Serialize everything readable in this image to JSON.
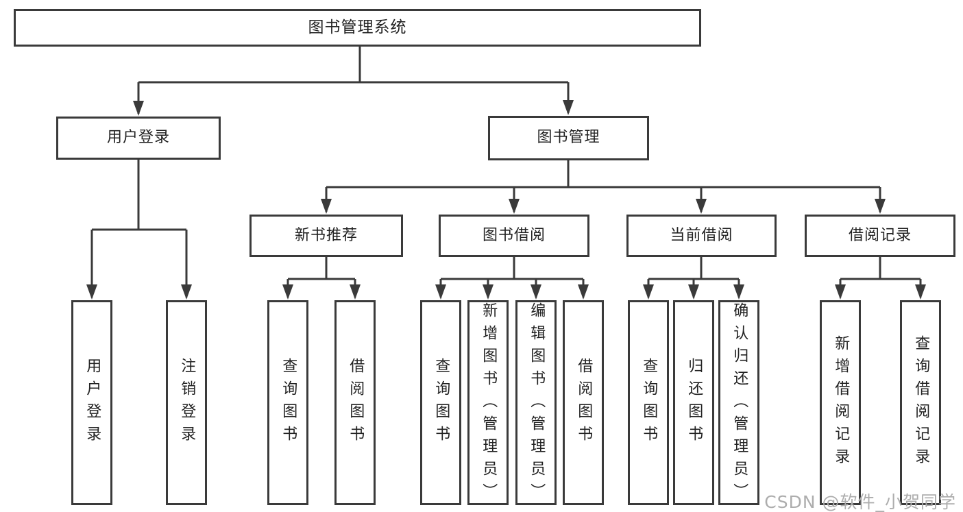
{
  "tree": {
    "root": "图书管理系统",
    "branches": [
      {
        "label": "用户登录",
        "children": [
          "用户登录",
          "注销登录"
        ]
      },
      {
        "label": "图书管理",
        "children": [
          {
            "label": "新书推荐",
            "children": [
              "查询图书",
              "借阅图书"
            ]
          },
          {
            "label": "图书借阅",
            "children": [
              "查询图书",
              "新增图书（管理员）",
              "编辑图书（管理员）",
              "借阅图书"
            ]
          },
          {
            "label": "当前借阅",
            "children": [
              "查询图书",
              "归还图书",
              "确认归还（管理员）"
            ]
          },
          {
            "label": "借阅记录",
            "children": [
              "新增借阅记录",
              "查询借阅记录"
            ]
          }
        ]
      }
    ]
  },
  "watermark": "CSDN @软件_小贺同学",
  "colors": {
    "line": "#3a3a3a",
    "text": "#222222",
    "watermark": "#adadad",
    "background": "#ffffff"
  }
}
